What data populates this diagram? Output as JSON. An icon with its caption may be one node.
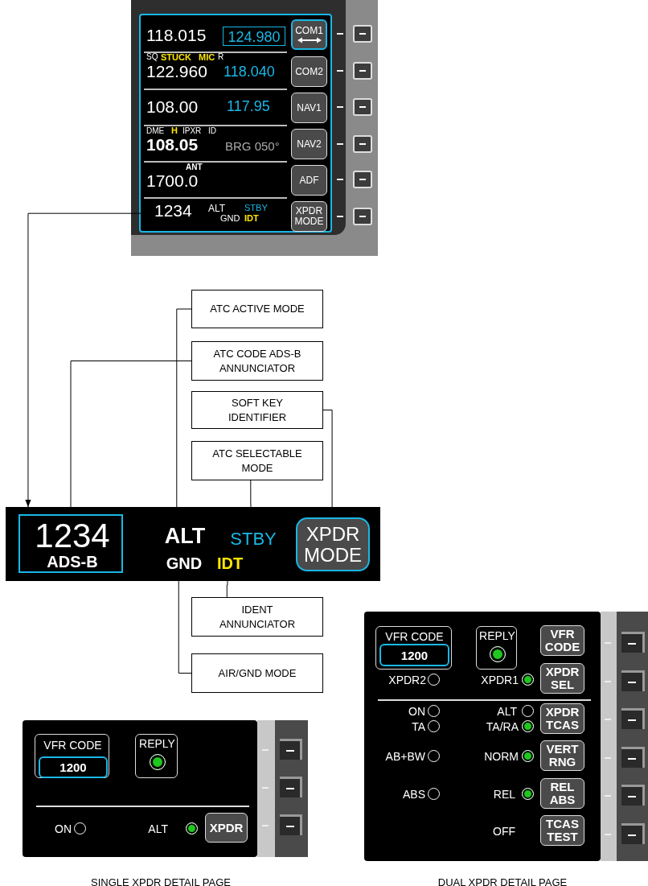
{
  "diagram": {
    "nodes": [
      {
        "text": [],
        "shape": "box"
      },
      {
        "text": [
          "118.015",
          "124.980"
        ],
        "in": 0
      },
      {
        "text": [
          "COM1"
        ],
        "in": 0
      },
      {
        "text": [
          "SQ",
          "STUCK",
          "MIC",
          "R",
          "122.960",
          "118.040"
        ],
        "in": 0
      },
      {
        "text": [
          "COM2"
        ],
        "in": 0
      },
      {
        "text": [
          "108.00",
          "117.95"
        ],
        "in": 0
      },
      {
        "text": [
          "NAV1"
        ],
        "in": 0
      },
      {
        "text": [
          "DME",
          "H",
          "IPXR",
          "ID",
          "108.05",
          "BRG 050°"
        ],
        "in": 0
      },
      {
        "text": [
          "NAV2"
        ],
        "in": 0
      },
      {
        "text": [
          "ANT",
          "1700.0"
        ],
        "in": 0
      },
      {
        "text": [
          "ADF"
        ],
        "in": 0
      },
      {
        "text": [
          "1234",
          "ALT",
          "GND",
          "STBY",
          "IDT"
        ],
        "in": 0
      },
      {
        "text": [
          "XPDR MODE"
        ],
        "in": 0
      },
      {
        "text": [],
        "shape": "bar"
      },
      {
        "text": [
          "1234",
          "ADS-B"
        ],
        "in": 13
      },
      {
        "text": [
          "ALT"
        ],
        "in": 13
      },
      {
        "text": [
          "GND"
        ],
        "in": 13
      },
      {
        "text": [
          "STBY"
        ],
        "in": 13
      },
      {
        "text": [
          "IDT"
        ],
        "in": 13
      },
      {
        "text": [
          "XPDR MODE"
        ],
        "in": 13
      },
      {
        "text": [
          "ATC ACTIVE MODE"
        ]
      },
      {
        "text": [
          "ATC CODE ADS-B ANNUNCIATOR"
        ]
      },
      {
        "text": [
          "SOFT KEY IDENTIFIER"
        ]
      },
      {
        "text": [
          "ATC SELECTABLE MODE"
        ]
      },
      {
        "text": [
          "IDENT ANNUNCIATOR"
        ]
      },
      {
        "text": [
          "AIR/GND MODE"
        ]
      },
      {
        "text": [],
        "shape": "box",
        "beside": [
          "SINGLE XPDR DETAIL PAGE"
        ]
      },
      {
        "text": [
          "VFR CODE",
          "1200"
        ],
        "in": 26
      },
      {
        "text": [
          "REPLY"
        ],
        "in": 26
      },
      {
        "text": [
          "XPDR"
        ],
        "in": 26
      },
      {
        "text": [],
        "shape": "box",
        "beside": [
          "DUAL XPDR DETAIL PAGE"
        ]
      },
      {
        "text": [
          "VFR CODE",
          "1200"
        ],
        "in": 30
      },
      {
        "text": [
          "REPLY"
        ],
        "in": 30
      },
      {
        "text": [
          "VFR CODE"
        ],
        "in": 30
      },
      {
        "text": [
          "XPDR SEL"
        ],
        "in": 30
      },
      {
        "text": [
          "XPDR TCAS"
        ],
        "in": 30
      },
      {
        "text": [
          "VERT RNG"
        ],
        "in": 30
      },
      {
        "text": [
          "REL ABS"
        ],
        "in": 30
      },
      {
        "text": [
          "TCAS TEST"
        ],
        "in": 30
      }
    ],
    "edges": [
      {
        "from": 11,
        "to": 13,
        "arrow": "to"
      },
      {
        "from": 20,
        "to": 15,
        "arrow": "none"
      },
      {
        "from": 21,
        "to": 14,
        "arrow": "none"
      },
      {
        "from": 22,
        "to": 19,
        "arrow": "none"
      },
      {
        "from": 23,
        "to": 17,
        "arrow": "none"
      },
      {
        "from": 24,
        "to": 18,
        "arrow": "none"
      },
      {
        "from": 25,
        "to": 16,
        "arrow": "none"
      }
    ],
    "labels": [
      "ON",
      "ALT",
      "XPDR2",
      "XPDR1",
      "ON",
      "ALT",
      "TA",
      "TA/RA",
      "AB+BW",
      "NORM",
      "ABS",
      "REL",
      "OFF"
    ]
  }
}
